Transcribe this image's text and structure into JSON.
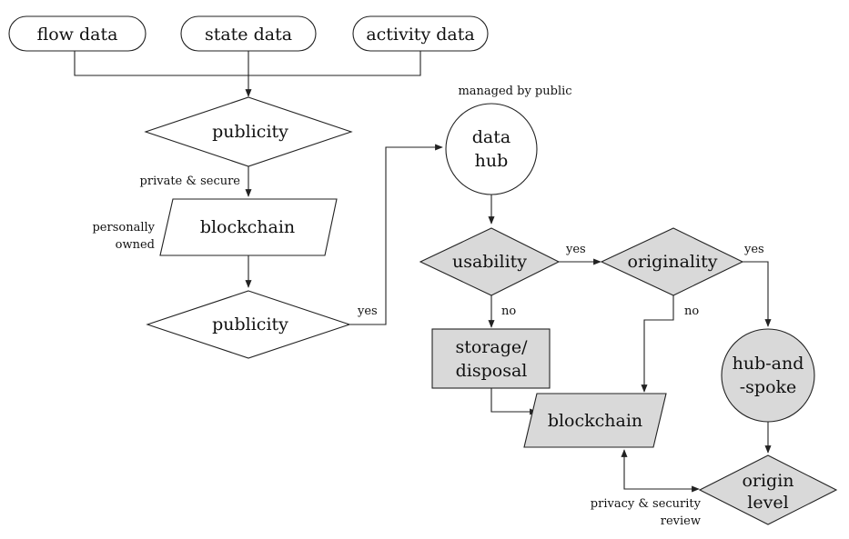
{
  "nodes": {
    "flow_data": "flow data",
    "state_data": "state data",
    "activity_data": "activity data",
    "publicity_1": "publicity",
    "blockchain_1": "blockchain",
    "publicity_2": "publicity",
    "data_hub": [
      "data",
      "hub"
    ],
    "usability": "usability",
    "originality": "originality",
    "storage_disposal": [
      "storage/",
      "disposal"
    ],
    "blockchain_2": "blockchain",
    "hub_and_spoke": [
      "hub-and",
      "-spoke"
    ],
    "origin_level": [
      "origin",
      "level"
    ]
  },
  "annotations": {
    "managed_by_public": "managed by public",
    "private_secure": "private & secure",
    "personally_owned": [
      "personally",
      "owned"
    ],
    "privacy_security_review": [
      "privacy & security",
      "review"
    ]
  },
  "edge_labels": {
    "publicity_yes": "yes",
    "usability_yes": "yes",
    "usability_no": "no",
    "originality_yes": "yes",
    "originality_no": "no"
  },
  "colors": {
    "highlight_fill": "#d9d9d9",
    "plain_fill": "#ffffff",
    "stroke": "#222222"
  }
}
